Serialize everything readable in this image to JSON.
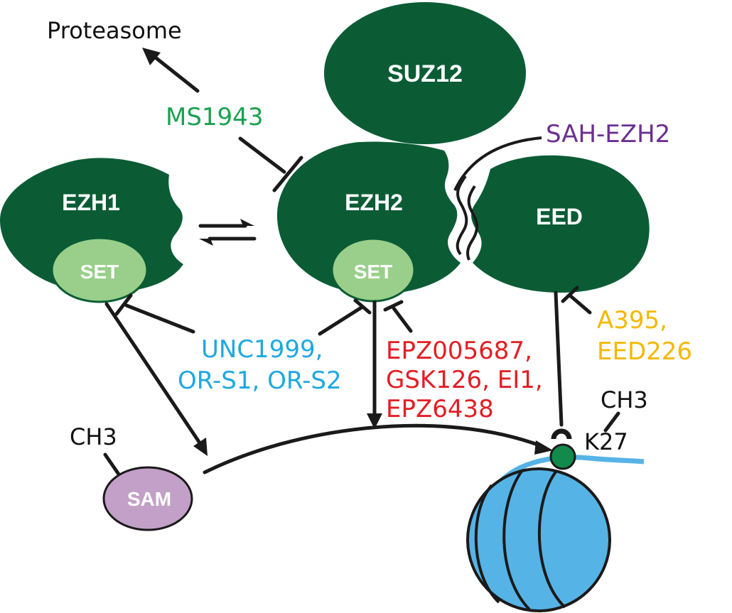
{
  "colors": {
    "complex_dark_green": "#0b5c35",
    "set_light_green": "#99cf8a",
    "sam_lilac": "#c3a0c8",
    "nucleosome_blue": "#56b3e6",
    "k27_green": "#128a4b",
    "ms1943_green": "#1aa24f",
    "sah_purple": "#6b2f92",
    "unc1999_cyan": "#1fa8df",
    "epz_red": "#e31e24",
    "a395_yellow": "#f5b800"
  },
  "nodes": {
    "suz12": "SUZ12",
    "ezh1": "EZH1",
    "ezh2": "EZH2",
    "eed": "EED",
    "set1": "SET",
    "set2": "SET",
    "sam": "SAM"
  },
  "labels": {
    "proteasome": "Proteasome",
    "ch3_sam": "CH3",
    "ch3_k27": "CH3",
    "k27": "K27"
  },
  "inhibitors": {
    "ms1943": "MS1943",
    "sah_ezh2": "SAH-EZH2",
    "unc1999_line1": "UNC1999,",
    "unc1999_line2": "OR-S1, OR-S2",
    "epz_line1": "EPZ005687,",
    "epz_line2": "GSK126, EI1,",
    "epz_line3": "EPZ6438",
    "a395_line1": "A395,",
    "a395_line2": "EED226"
  }
}
